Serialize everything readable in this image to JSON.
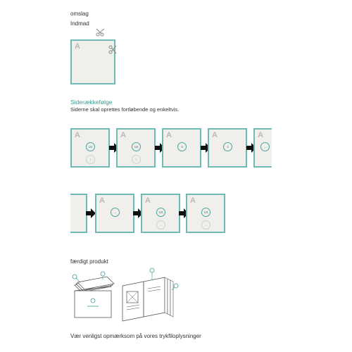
{
  "top": {
    "label1": "omslag",
    "label2": "Indmad"
  },
  "section": {
    "title": "Siderækkefølge",
    "subtitle": "Siderne skal oprettes fortløbende og enkeltvis."
  },
  "page_mark": "A",
  "row1": [
    {
      "top": "U1",
      "bottom": "1"
    },
    {
      "top": "U2",
      "bottom": "2"
    },
    {
      "top": "3",
      "bottom": ""
    },
    {
      "top": "4",
      "bottom": ""
    },
    {
      "top": "...",
      "bottom": ""
    }
  ],
  "row2": [
    {
      "top": "",
      "bottom": ""
    },
    {
      "top": "...",
      "bottom": ""
    },
    {
      "top": "U3",
      "bottom": "..."
    },
    {
      "top": "U4",
      "bottom": "..."
    }
  ],
  "product": {
    "title": "færdigt produkt"
  },
  "footer": {
    "note": "Vær venligst opmærksom på vores trykfiloplysninger"
  },
  "colors": {
    "teal": "#6fbab3",
    "page": "#f1efec",
    "arrow": "#111111"
  }
}
